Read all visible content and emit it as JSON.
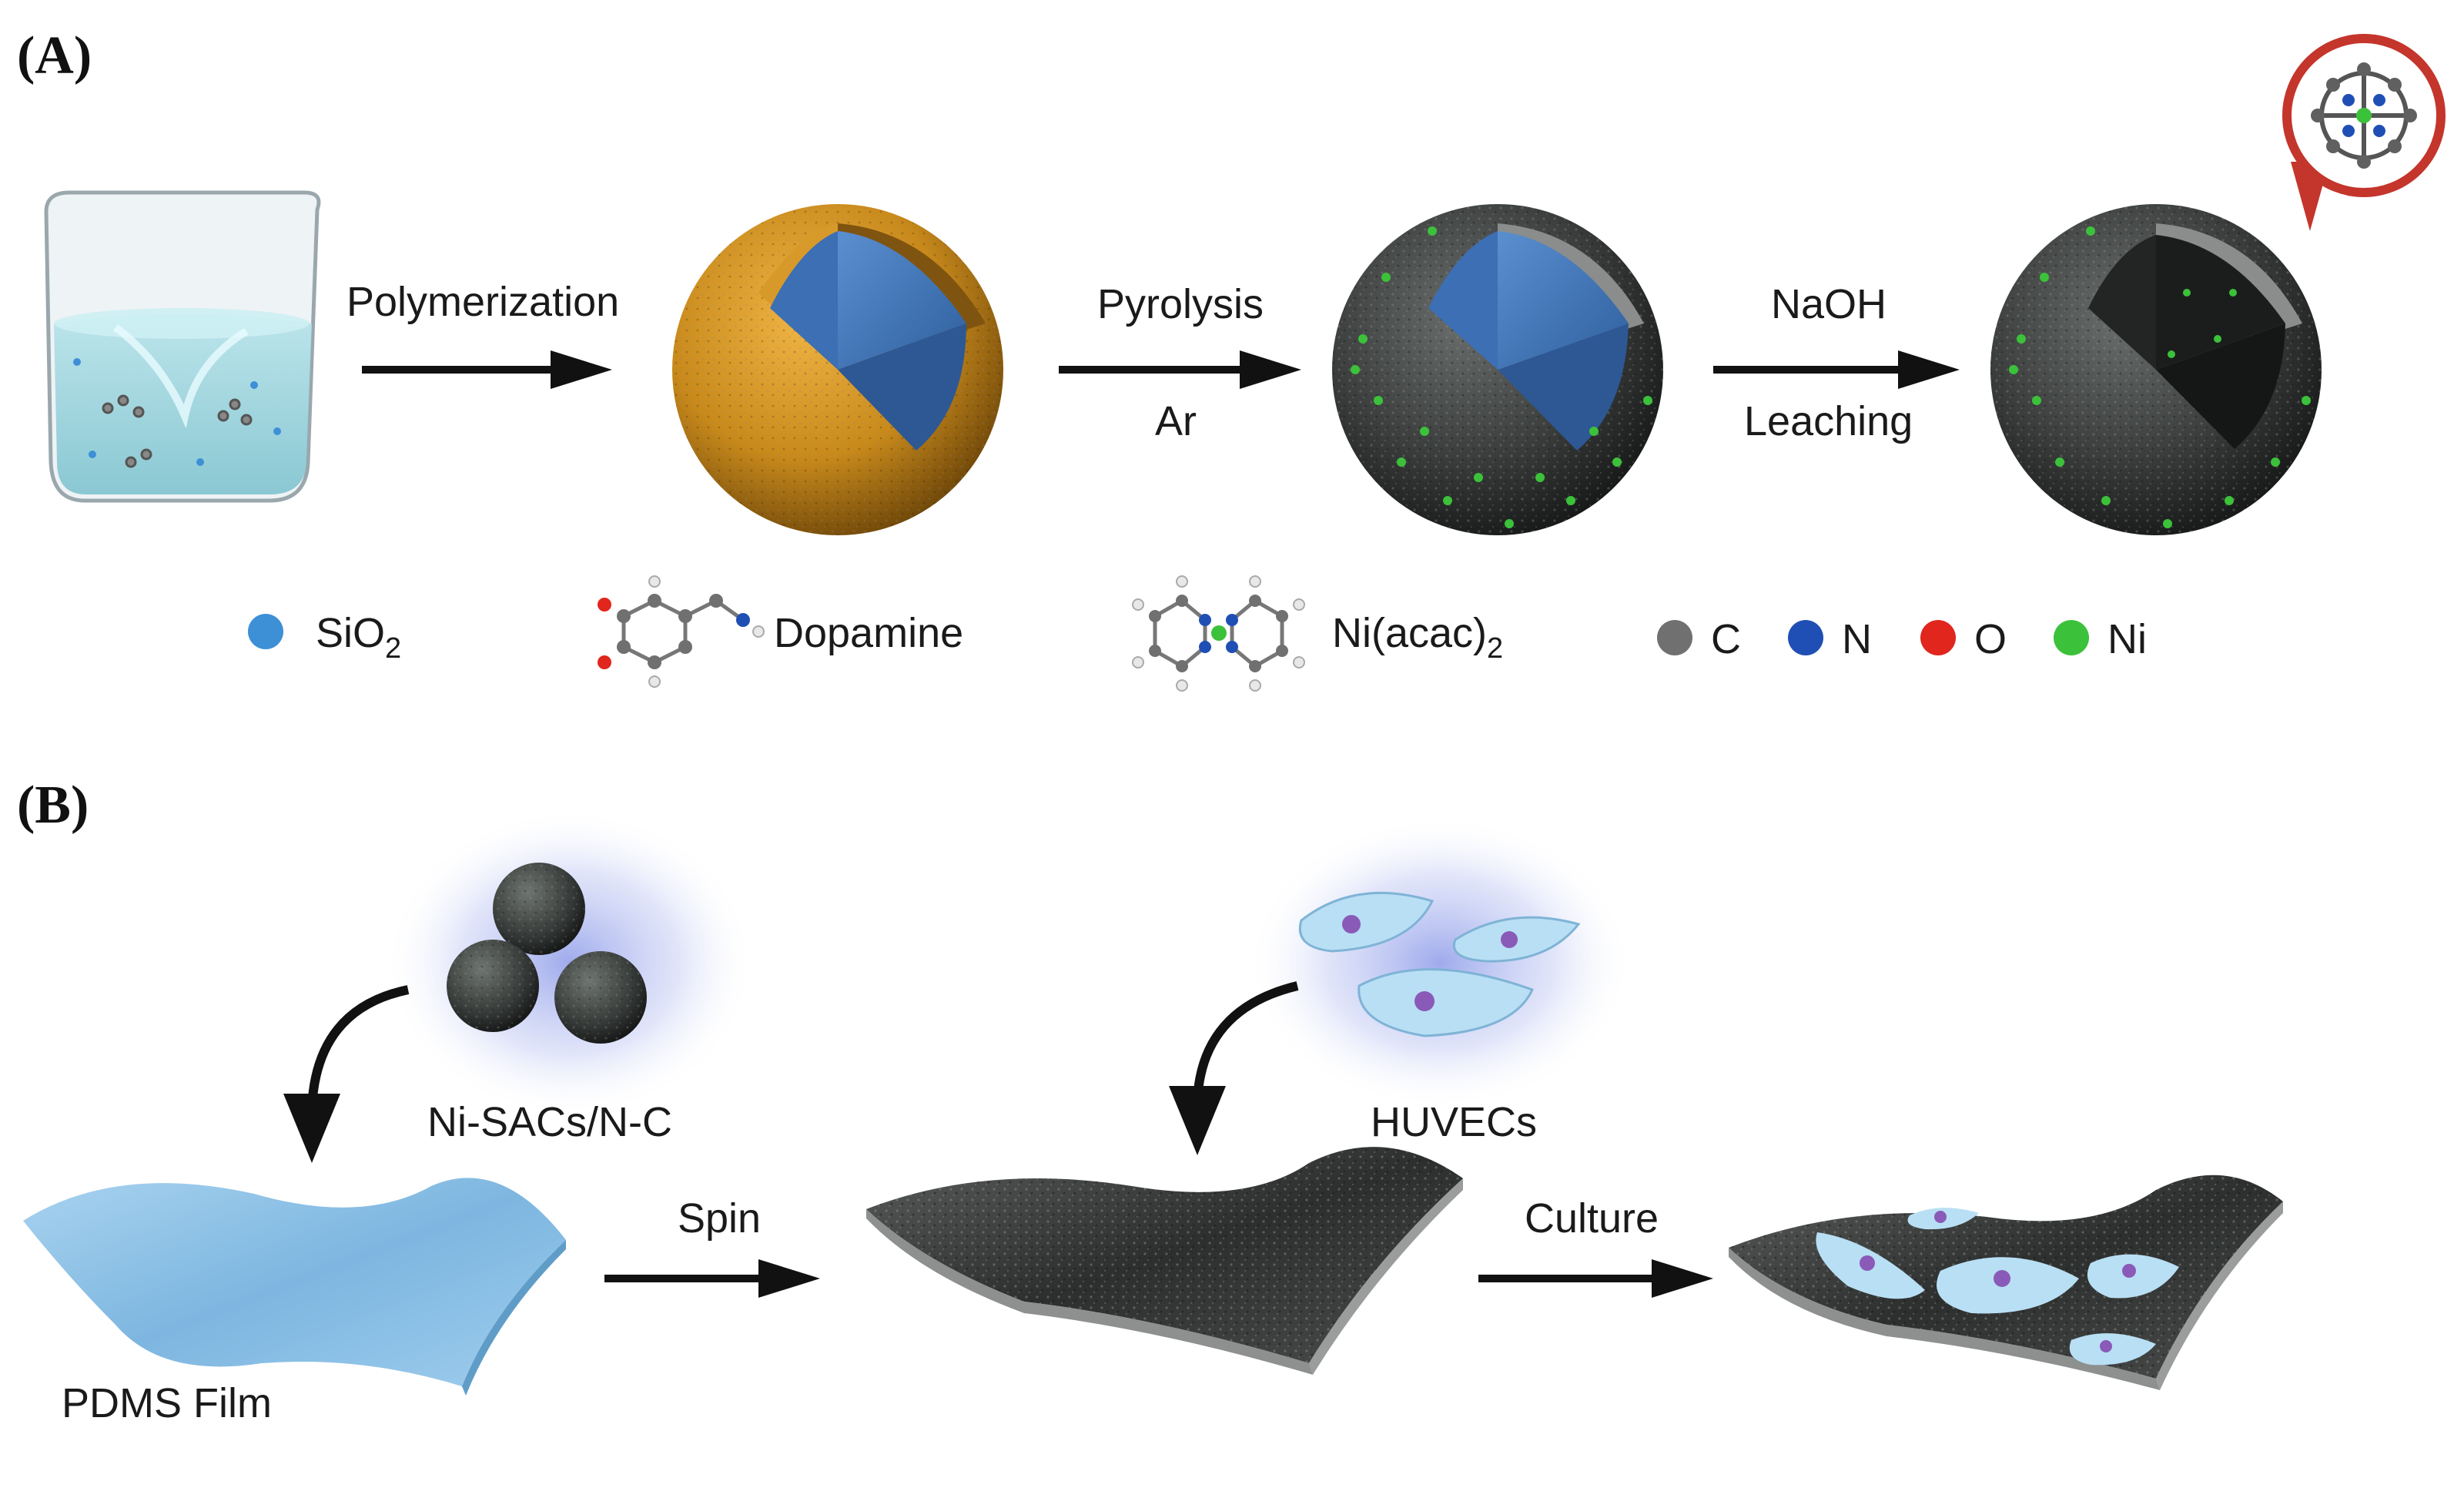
{
  "panels": {
    "a": {
      "label": "(A)",
      "steps": {
        "polymerization": "Polymerization",
        "pyrolysis": "Pyrolysis",
        "ar": "Ar",
        "naoh": "NaOH",
        "leaching": "Leaching"
      },
      "legend": {
        "sio2": {
          "base": "SiO",
          "sub": "2",
          "color": "#3d8fd6"
        },
        "dopamine": "Dopamine",
        "niacac": {
          "base": "Ni(acac)",
          "sub": "2"
        },
        "c": {
          "label": "C",
          "color": "#707070"
        },
        "n": {
          "label": "N",
          "color": "#1f4fb5"
        },
        "o": {
          "label": "O",
          "color": "#e0261d"
        },
        "ni": {
          "label": "Ni",
          "color": "#3cc13a"
        }
      }
    },
    "b": {
      "label": "(B)",
      "labels": {
        "particles": "Ni-SACs/N-C",
        "cells": "HUVECs",
        "spin": "Spin",
        "culture": "Culture",
        "film": "PDMS Film"
      }
    }
  },
  "colors": {
    "silica_blue": "#4a7fc4",
    "polymer_gold": "#c8891a",
    "carbon_dark": "#3a3d3c",
    "ni_green": "#3cc13a",
    "pdms_blue": "#8fc3e6",
    "cell_blue": "#b9dff4",
    "nucleus": "#8a5ab8"
  }
}
